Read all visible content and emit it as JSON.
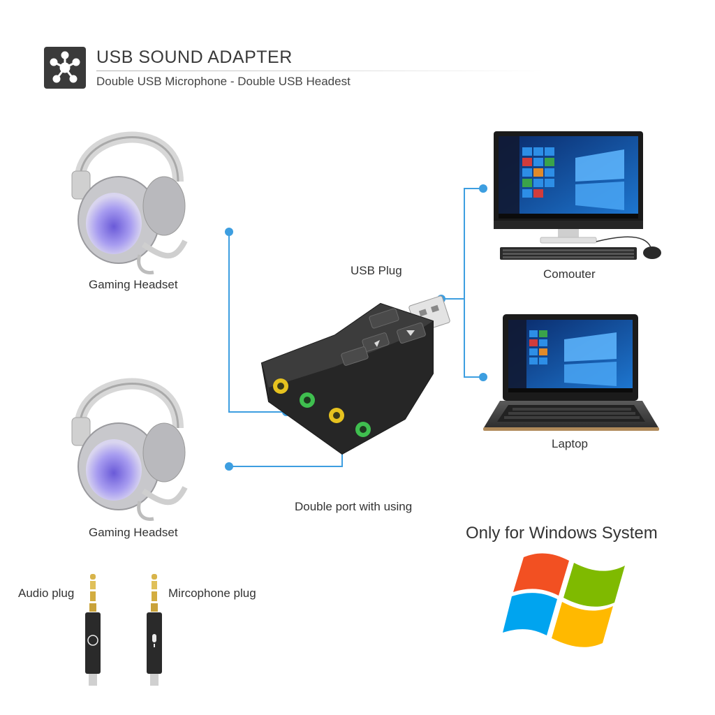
{
  "header": {
    "title": "USB SOUND ADAPTER",
    "subtitle": "Double USB Microphone - Double USB Headest",
    "icon": "network-nodes-icon"
  },
  "labels": {
    "headset_top": "Gaming Headset",
    "headset_bottom": "Gaming Headset",
    "usb_plug": "USB Plug",
    "computer": "Comouter",
    "laptop": "Laptop",
    "double_port": "Double port with using",
    "windows_only": "Only for Windows System",
    "audio_plug": "Audio plug",
    "microphone_plug": "Mircophone plug"
  },
  "colors": {
    "connector": "#3d9ee0",
    "jack_yellow": "#e6c21f",
    "jack_green": "#3fbf4f",
    "adapter_body": "#2b2b2b",
    "headset_glow": "#8a7ae6",
    "windows_red": "#f25022",
    "windows_green": "#7fba00",
    "windows_blue": "#00a4ef",
    "windows_yellow": "#ffb900"
  }
}
